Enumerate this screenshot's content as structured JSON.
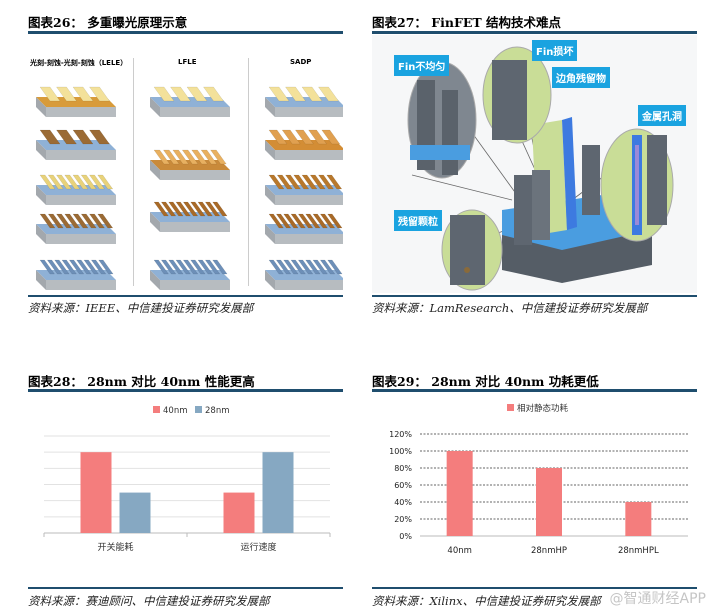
{
  "fig26": {
    "title": "图表26：  多重曝光原理示意",
    "source": "资料来源：IEEE、中信建投证券研究发展部",
    "columns": [
      "光刻-刻蚀-光刻-刻蚀（LELE）",
      "LFLE",
      "SADP"
    ]
  },
  "fig27": {
    "title": "图表27：  FinFET 结构技术难点",
    "source": "资料来源：LamResearch、中信建投证券研究发展部",
    "labels": {
      "fin_uneven": "Fin不均匀",
      "fin_damage": "Fin损坏",
      "corner_residue": "边角残留物",
      "metal_void": "金属孔洞",
      "residue_particle": "残留颗粒"
    }
  },
  "fig28": {
    "title": "图表28：  28nm 对比 40nm 性能更高",
    "source": "资料来源：赛迪顾问、中信建投证券研究发展部"
  },
  "fig29": {
    "title": "图表29：  28nm 对比 40nm 功耗更低",
    "source": "资料来源：Xilinx、中信建投证券研究发展部"
  },
  "watermark": "@智通财经APP",
  "chart_data": [
    {
      "type": "bar",
      "title": "28nm 对比 40nm 性能更高",
      "categories": [
        "开关能耗",
        "运行速度"
      ],
      "series": [
        {
          "name": "40nm",
          "values": [
            5,
            2.5
          ],
          "color": "#f47d7d"
        },
        {
          "name": "28nm",
          "values": [
            2.5,
            5
          ],
          "color": "#86a8c2"
        }
      ],
      "ylim": [
        0,
        6
      ],
      "grid": true,
      "legend": "top",
      "xlabel": "",
      "ylabel": ""
    },
    {
      "type": "bar",
      "title": "28nm 对比 40nm 功耗更低",
      "categories": [
        "40nm",
        "28nmHP",
        "28nmHPL"
      ],
      "series": [
        {
          "name": "相对静态功耗",
          "values": [
            100,
            80,
            40
          ],
          "color": "#f47d7d"
        }
      ],
      "ylim": [
        0,
        120
      ],
      "yticks": [
        "0%",
        "20%",
        "40%",
        "60%",
        "80%",
        "100%",
        "120%"
      ],
      "grid": true,
      "legend": "top",
      "xlabel": "",
      "ylabel": ""
    }
  ]
}
